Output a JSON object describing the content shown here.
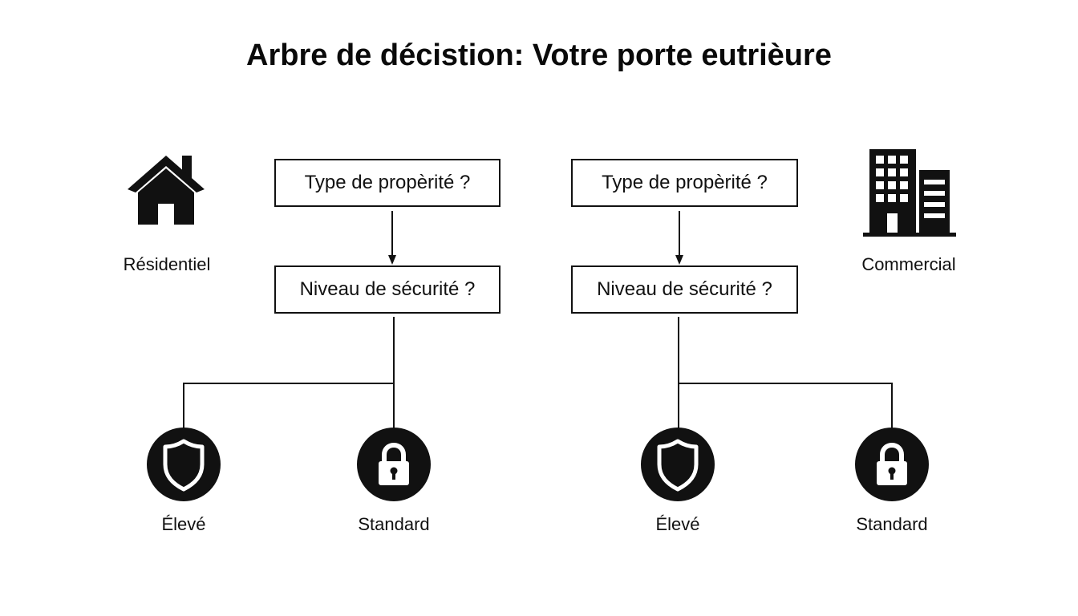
{
  "title": "Arbre de décistion: Votre porte eutrièure",
  "left_tree": {
    "category": "Résidentiel",
    "category_icon": "house-icon",
    "question_1": "Type de propèrité ?",
    "question_2": "Niveau de sécurité ?",
    "option_high": {
      "label": "Élevé",
      "icon": "shield-icon"
    },
    "option_standard": {
      "label": "Standard",
      "icon": "padlock-icon"
    }
  },
  "right_tree": {
    "category": "Commercial",
    "category_icon": "office-building-icon",
    "question_1": "Type de propèrité ?",
    "question_2": "Niveau de sécurité ?",
    "option_high": {
      "label": "Élevé",
      "icon": "shield-icon"
    },
    "option_standard": {
      "label": "Standard",
      "icon": "padlock-icon"
    }
  },
  "colors": {
    "ink": "#111111",
    "background": "#ffffff"
  }
}
